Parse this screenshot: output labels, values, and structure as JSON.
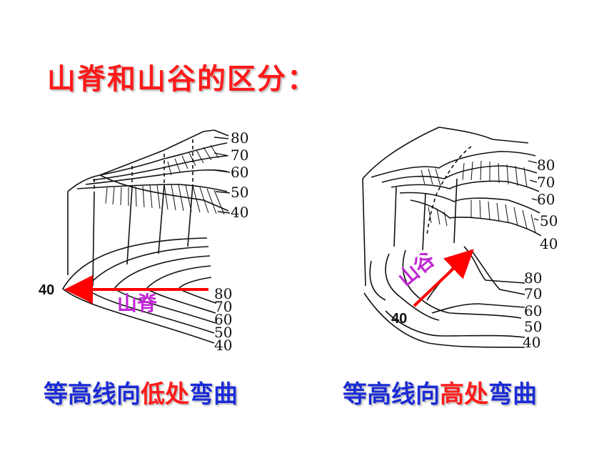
{
  "title": "山脊和山谷的区分：",
  "ridge": {
    "term": "山脊",
    "marker": "40",
    "top_levels": [
      "80",
      "70",
      "60",
      "50",
      "40"
    ],
    "map_levels": [
      "80",
      "70",
      "60",
      "50",
      "40"
    ],
    "caption_pre": "等高线向",
    "caption_hl": "低处",
    "caption_post": "弯曲"
  },
  "valley": {
    "term": "山谷",
    "marker": "40",
    "top_levels": [
      "80",
      "70",
      "60",
      "50",
      "40"
    ],
    "map_levels": [
      "80",
      "70",
      "60",
      "50",
      "40"
    ],
    "caption_pre": "等高线向",
    "caption_hl": "高处",
    "caption_post": "弯曲"
  },
  "colors": {
    "title": "#ff1a1a",
    "caption": "#1b2bd6",
    "highlight": "#ff1a1a",
    "term": "#c026d3",
    "arrow": "#ff0000"
  }
}
